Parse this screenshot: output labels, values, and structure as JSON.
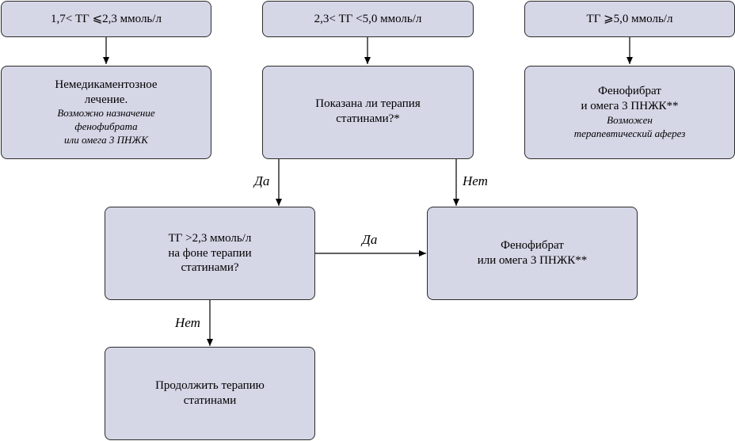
{
  "diagram": {
    "header_low": "1,7< ТГ ⩽2,3 ммоль/л",
    "header_mid": "2,3< ТГ <5,0 ммоль/л",
    "header_high": "ТГ ⩾5,0 ммоль/л",
    "box_nondrug": {
      "line1": "Немедикаментозное",
      "line2": "лечение.",
      "note1": "Возможно назначение",
      "note2": "фенофибрата",
      "note3": "или омега 3 ПНЖК"
    },
    "box_statin_indicated": {
      "line1": "Показана ли терапия",
      "line2": "статинами?*"
    },
    "box_fenofibrate_high": {
      "line1": "Фенофибрат",
      "line2": "и омега 3 ПНЖК**",
      "note1": "Возможен",
      "note2": "терапевтический аферез"
    },
    "box_tg_on_statin": {
      "line1": "ТГ >2,3 ммоль/л",
      "line2": "на фоне терапии",
      "line3": "статинами?"
    },
    "box_fenofibrate_mid": {
      "line1": "Фенофибрат",
      "line2": "или омега 3 ПНЖК**"
    },
    "box_continue": {
      "line1": "Продолжить терапию",
      "line2": "статинами"
    },
    "labels": {
      "yes_left": "Да",
      "no_right": "Нет",
      "yes_horizontal": "Да",
      "no_down": "Нет"
    }
  }
}
